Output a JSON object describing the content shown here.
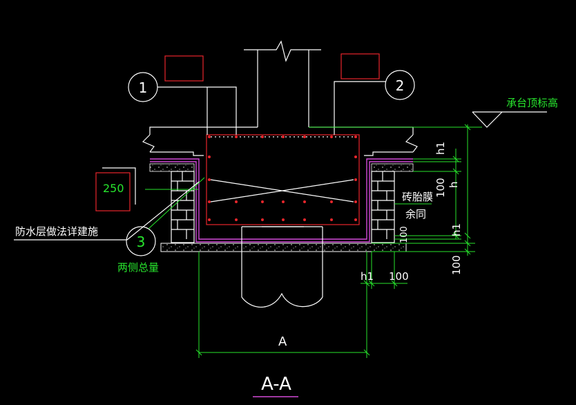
{
  "drawing": {
    "background": "#000000",
    "colors": {
      "geometry": "#ffffff",
      "rebar": "#e8262b",
      "dimension": "#27e52d",
      "membrane": "#d24ad8"
    },
    "callouts": {
      "c1": "1",
      "c2": "2",
      "c3": "3"
    },
    "labels": {
      "cap_elevation": "承台顶标高",
      "brick_membrane": "砖胎膜",
      "same_as": "余同",
      "waterproof_note": "防水层做法详建施",
      "both_sides_total": "两侧总量",
      "section_title": "A-A",
      "dim_250": "250"
    },
    "dimensions": {
      "h1_top": "h1",
      "h_right": "h",
      "d100_right": "100",
      "h1_right": "h1",
      "d100_bottom": "100",
      "d100_mid": "100",
      "h1_bottom": "h1",
      "d100_bottom2": "100",
      "width_A": "A"
    }
  }
}
